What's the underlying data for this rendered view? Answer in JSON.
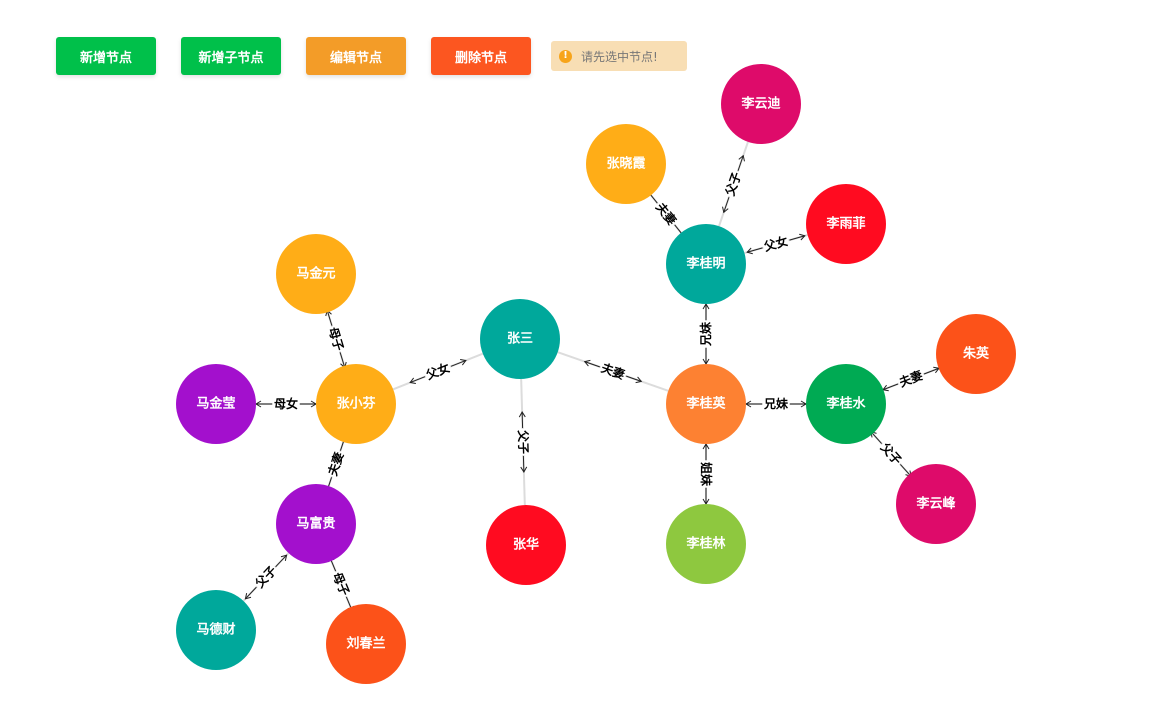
{
  "toolbar": {
    "add_label": "新增节点",
    "add_child_label": "新增子节点",
    "edit_label": "编辑节点",
    "delete_label": "删除节点",
    "hint_text": "请先选中节点!",
    "hint_icon": "!"
  },
  "colors": {
    "green": "#00c04a",
    "orange": "#f39c28",
    "red_orange": "#fc5620",
    "hint_bg": "#f8deb4",
    "hint_text": "#777777",
    "hint_icon": "#f7a41a",
    "teal": "#00a89b",
    "amber": "#ffad17",
    "purple": "#a310cd",
    "crimson": "#ff0b20",
    "magenta": "#de0b6a",
    "coral": "#fd8132",
    "deep_orange": "#fc5219",
    "emerald": "#00aa53",
    "lime": "#8ec83f"
  },
  "graph": {
    "nodes": [
      {
        "id": "zhangsan",
        "label": "张三",
        "color": "#00a89b"
      },
      {
        "id": "zhangxiaofen",
        "label": "张小芬",
        "color": "#ffad17"
      },
      {
        "id": "majinyuan",
        "label": "马金元",
        "color": "#ffad17"
      },
      {
        "id": "majinying",
        "label": "马金莹",
        "color": "#a310cd"
      },
      {
        "id": "mafugui",
        "label": "马富贵",
        "color": "#a310cd"
      },
      {
        "id": "madecai",
        "label": "马德财",
        "color": "#00a89b"
      },
      {
        "id": "liuchunlan",
        "label": "刘春兰",
        "color": "#fc5219"
      },
      {
        "id": "zhanghua",
        "label": "张华",
        "color": "#ff0b20"
      },
      {
        "id": "liguiying",
        "label": "李桂英",
        "color": "#fd8132"
      },
      {
        "id": "liguiming",
        "label": "李桂明",
        "color": "#00a89b"
      },
      {
        "id": "zhangxiaoxia",
        "label": "张晓霞",
        "color": "#ffad17"
      },
      {
        "id": "liyundi",
        "label": "李云迪",
        "color": "#de0b6a"
      },
      {
        "id": "liyufei",
        "label": "李雨菲",
        "color": "#ff0b20"
      },
      {
        "id": "liguishui",
        "label": "李桂水",
        "color": "#00aa53"
      },
      {
        "id": "zhuying",
        "label": "朱英",
        "color": "#fc5219"
      },
      {
        "id": "liyunfeng",
        "label": "李云峰",
        "color": "#de0b6a"
      },
      {
        "id": "liguilin",
        "label": "李桂林",
        "color": "#8ec83f"
      }
    ],
    "edges": [
      {
        "source": "zhangsan",
        "target": "zhangxiaofen",
        "label": "父女"
      },
      {
        "source": "zhangsan",
        "target": "zhanghua",
        "label": "父子"
      },
      {
        "source": "zhangsan",
        "target": "liguiying",
        "label": "夫妻"
      },
      {
        "source": "zhangxiaofen",
        "target": "majinyuan",
        "label": "母子"
      },
      {
        "source": "zhangxiaofen",
        "target": "majinying",
        "label": "母女"
      },
      {
        "source": "zhangxiaofen",
        "target": "mafugui",
        "label": "夫妻"
      },
      {
        "source": "mafugui",
        "target": "madecai",
        "label": "父子"
      },
      {
        "source": "mafugui",
        "target": "liuchunlan",
        "label": "母子"
      },
      {
        "source": "liguiying",
        "target": "liguiming",
        "label": "兄妹"
      },
      {
        "source": "liguiying",
        "target": "liguishui",
        "label": "兄妹"
      },
      {
        "source": "liguiying",
        "target": "liguilin",
        "label": "姐妹"
      },
      {
        "source": "liguiming",
        "target": "zhangxiaoxia",
        "label": "夫妻"
      },
      {
        "source": "liguiming",
        "target": "liyundi",
        "label": "父子"
      },
      {
        "source": "liguiming",
        "target": "liyufei",
        "label": "父女"
      },
      {
        "source": "liguishui",
        "target": "zhuying",
        "label": "夫妻"
      },
      {
        "source": "liguishui",
        "target": "liyunfeng",
        "label": "父子"
      }
    ]
  }
}
